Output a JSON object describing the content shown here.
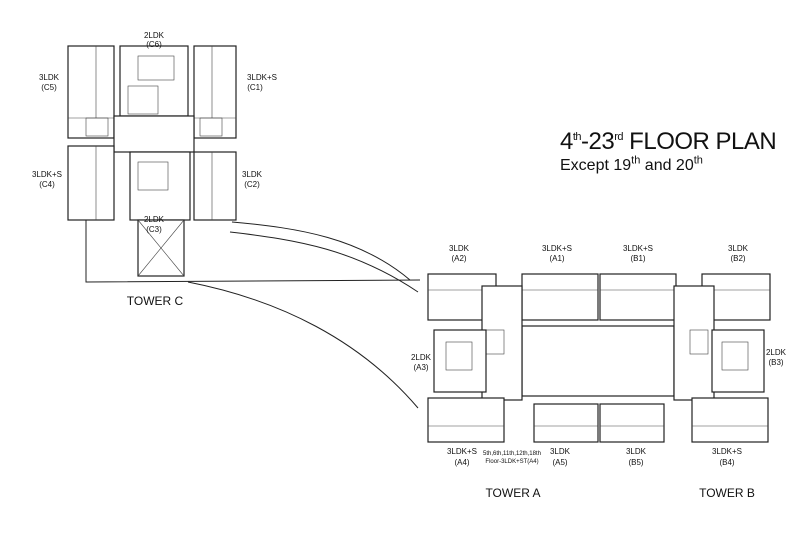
{
  "title": {
    "main_prefix": "4",
    "main_sup1": "th",
    "main_mid": "-23",
    "main_sup2": "rd",
    "main_suffix": " FLOOR PLAN",
    "sub_prefix": "Except 19",
    "sub_sup": "th",
    "sub_suffix": " and 20",
    "sub_sup2": "th"
  },
  "towers": {
    "c": "TOWER C",
    "a": "TOWER A",
    "b": "TOWER B"
  },
  "units": {
    "c6": {
      "type": "2LDK",
      "code": "(C6)"
    },
    "c5": {
      "type": "3LDK",
      "code": "(C5)"
    },
    "c1": {
      "type": "3LDK+S",
      "code": "(C1)"
    },
    "c4": {
      "type": "3LDK+S",
      "code": "(C4)"
    },
    "c2": {
      "type": "3LDK",
      "code": "(C2)"
    },
    "c3": {
      "type": "2LDK",
      "code": "(C3)"
    },
    "a2": {
      "type": "3LDK",
      "code": "(A2)"
    },
    "a1": {
      "type": "3LDK+S",
      "code": "(A1)"
    },
    "b1": {
      "type": "3LDK+S",
      "code": "(B1)"
    },
    "b2": {
      "type": "3LDK",
      "code": "(B2)"
    },
    "a3": {
      "type": "2LDK",
      "code": "(A3)"
    },
    "b3": {
      "type": "2LDK",
      "code": "(B3)"
    },
    "a4": {
      "type": "3LDK+S",
      "code": "(A4)"
    },
    "a5": {
      "type": "3LDK",
      "code": "(A5)"
    },
    "b5": {
      "type": "3LDK",
      "code": "(B5)"
    },
    "b4": {
      "type": "3LDK+S",
      "code": "(B4)"
    }
  },
  "note": {
    "line1": "5th,6th,11th,12th,18th",
    "line2": "Floor-3LDK+ST(A4)"
  }
}
